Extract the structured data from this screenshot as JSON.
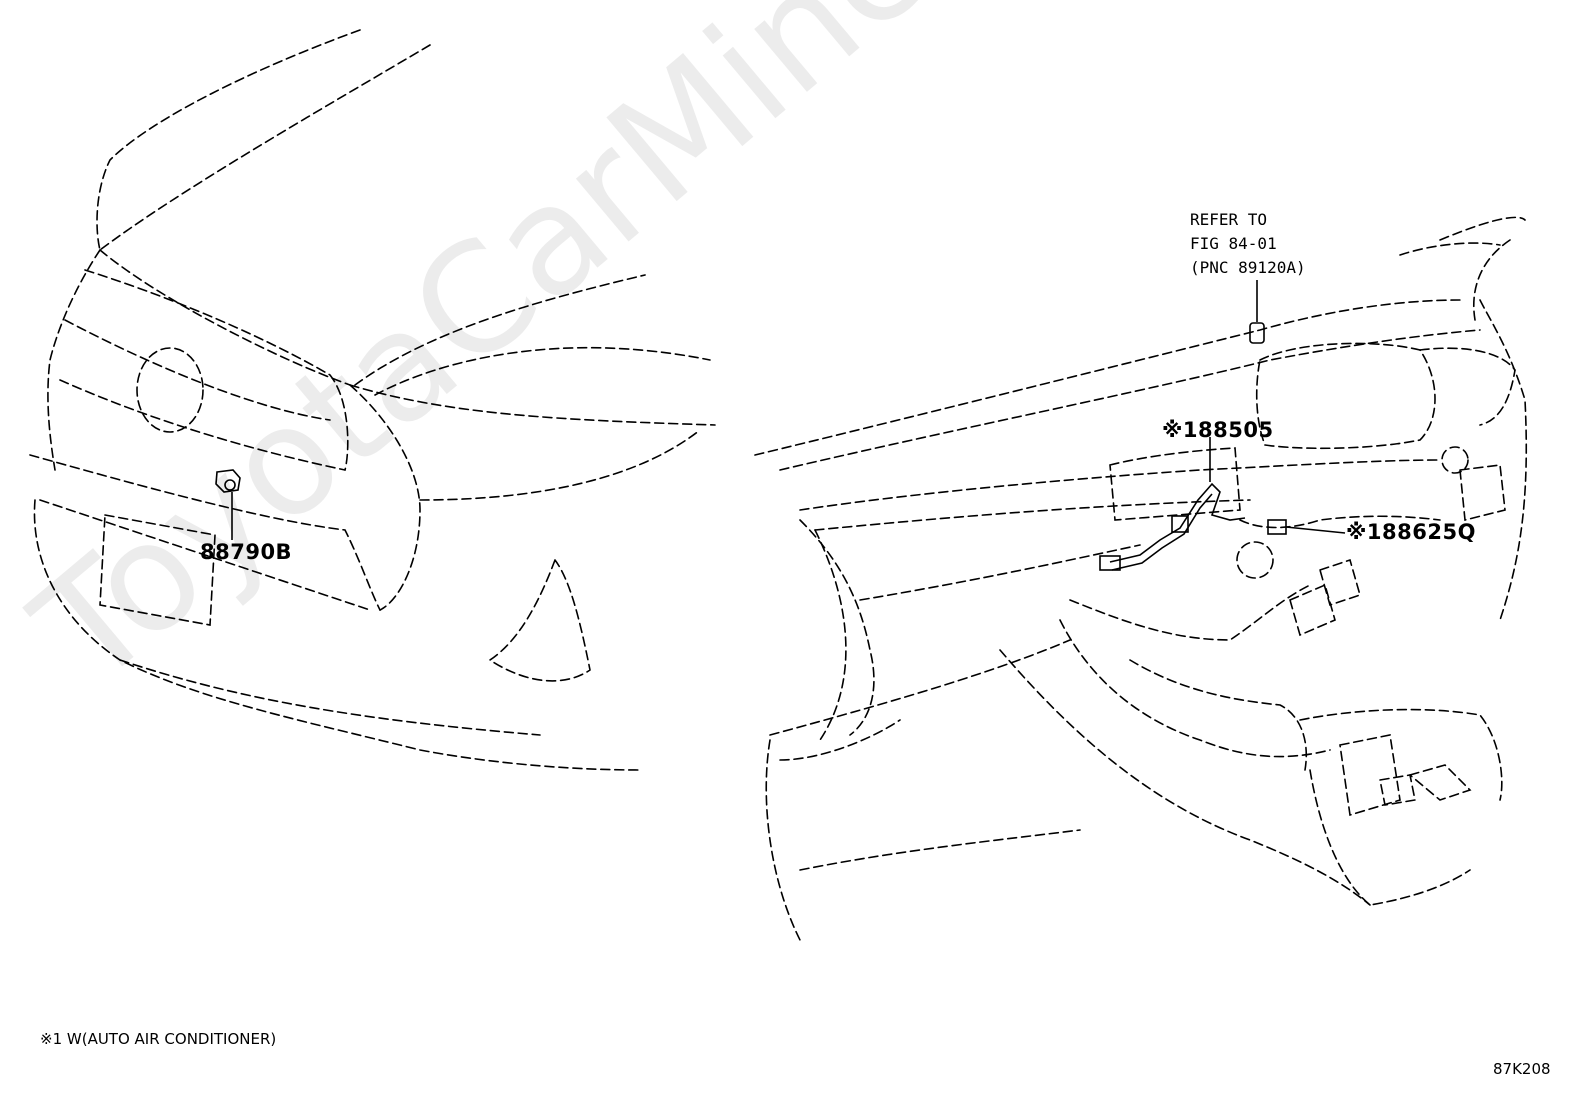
{
  "watermark": "ToyotaCarMine.ru",
  "parts": {
    "front_sensor": "88790B",
    "harness": "※188505",
    "ac_sensor": "※188625Q"
  },
  "reference": {
    "line1": "REFER TO",
    "line2": "FIG 84-01",
    "line3": "(PNC 89120A)"
  },
  "footnote": "※1 W(AUTO AIR CONDITIONER)",
  "figure_code": "87K208"
}
